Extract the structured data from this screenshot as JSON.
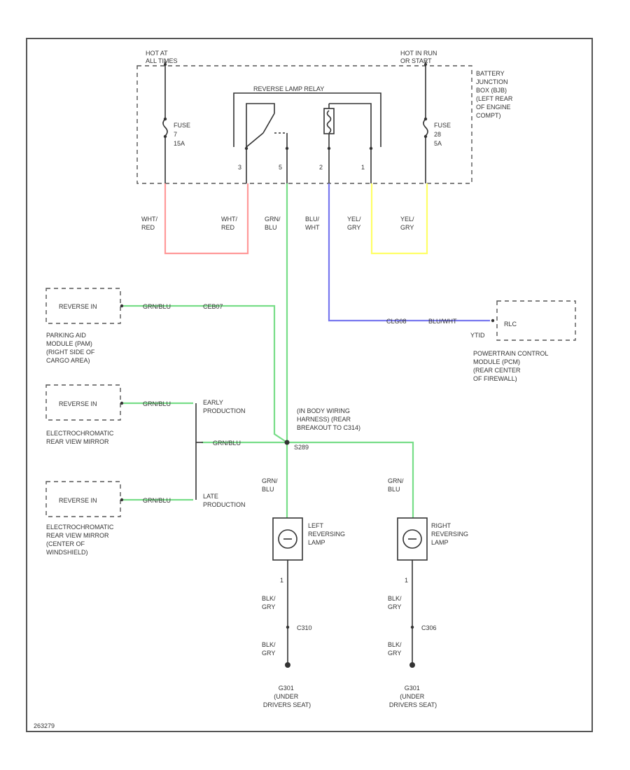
{
  "colors": {
    "wire_red": "#ff9999",
    "wire_yellow": "#ffff66",
    "wire_green": "#77dd88",
    "wire_blue": "#7777ee",
    "line": "#333333"
  },
  "power": {
    "hot_at_all_times": [
      "HOT AT",
      "ALL TIMES"
    ],
    "hot_in_run_start": [
      "HOT IN RUN",
      "OR START"
    ],
    "fuse1": [
      "FUSE",
      "7",
      "15A"
    ],
    "fuse2": [
      "FUSE",
      "28",
      "5A"
    ],
    "junction_box": [
      "BATTERY",
      "JUNCTION",
      "BOX (BJB)",
      "(LEFT REAR",
      "OF ENGINE",
      "COMPT)"
    ]
  },
  "relay": {
    "title": "REVERSE LAMP RELAY",
    "pins": [
      "3",
      "5",
      "2",
      "1"
    ]
  },
  "wires": {
    "wht_red_1": [
      "WHT/",
      "RED"
    ],
    "wht_red_2": [
      "WHT/",
      "RED"
    ],
    "grn_blu": [
      "GRN/",
      "BLU"
    ],
    "blu_wht": [
      "BLU/",
      "WHT"
    ],
    "yel_gry_1": [
      "YEL/",
      "GRY"
    ],
    "yel_gry_2": [
      "YEL/",
      "GRY"
    ],
    "pcm_wire": [
      "CLG08",
      "BLU/WHT"
    ],
    "pcm_pin": "YTID",
    "park_wire": [
      "GRN/BLU",
      "CEB07"
    ],
    "mirror1_wire": "GRN/BLU",
    "splice_wire": "GRN/BLU",
    "mirror2_wire": "GRN/BLU",
    "left_lamp_feed": [
      "GRN/",
      "BLU"
    ],
    "right_lamp_feed": [
      "GRN/",
      "BLU"
    ],
    "left_pin": "1",
    "right_pin": "1",
    "left_gnd_1": [
      "BLK/",
      "GRY"
    ],
    "left_gnd_2": [
      "BLK/",
      "GRY"
    ],
    "right_gnd_1": [
      "BLK/",
      "GRY"
    ],
    "right_gnd_2": [
      "BLK/",
      "GRY"
    ],
    "left_conn": "C310",
    "right_conn": "C306"
  },
  "modules": {
    "pcm_box": "RLC",
    "pcm_label": [
      "POWERTRAIN CONTROL",
      "MODULE (PCM)",
      "(REAR CENTER",
      "OF FIREWALL)"
    ],
    "park_box": "REVERSE IN",
    "park_label": [
      "PARKING AID",
      "MODULE (PAM)",
      "(RIGHT SIDE OF",
      "CARGO AREA)"
    ],
    "mirror1_box": "REVERSE IN",
    "mirror1_label": [
      "ELECTROCHROMATIC",
      "REAR VIEW MIRROR"
    ],
    "mirror2_box": "REVERSE IN",
    "mirror2_label": [
      "ELECTROCHROMATIC",
      "REAR VIEW MIRROR",
      "(CENTER OF",
      "WINDSHIELD)"
    ],
    "early": [
      "EARLY",
      "PRODUCTION"
    ],
    "late": [
      "LATE",
      "PRODUCTION"
    ]
  },
  "splice": {
    "label": [
      "(IN BODY WIRING",
      "HARNESS) (REAR",
      "BREAKOUT TO C314)"
    ],
    "id": "S289"
  },
  "lamps": {
    "left": [
      "LEFT",
      "REVERSING",
      "LAMP"
    ],
    "right": [
      "RIGHT",
      "REVERSING",
      "LAMP"
    ]
  },
  "grounds": {
    "left": [
      "G301",
      "(UNDER",
      "DRIVERS SEAT)"
    ],
    "right": [
      "G301",
      "(UNDER",
      "DRIVERS SEAT)"
    ]
  },
  "footer": "263279"
}
